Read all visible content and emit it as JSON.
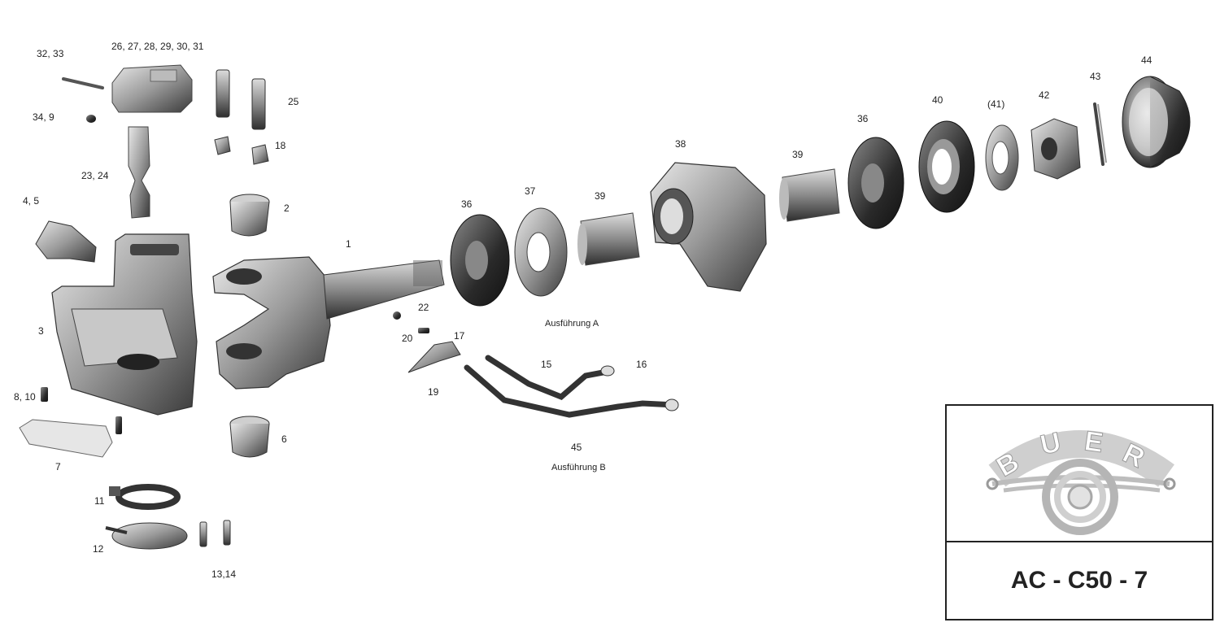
{
  "labels": {
    "l1": "1",
    "l2": "2",
    "l3": "3",
    "l4_5": "4, 5",
    "l6": "6",
    "l7": "7",
    "l8_10": "8, 10",
    "l11": "11",
    "l12": "12",
    "l13_14": "13,14",
    "l15": "15",
    "l16": "16",
    "l17": "17",
    "l18": "18",
    "l19": "19",
    "l20": "20",
    "l22": "22",
    "l23_24": "23, 24",
    "l25": "25",
    "l26_31": "26, 27, 28, 29, 30, 31",
    "l32_33": "32, 33",
    "l34_9": "34, 9",
    "l36a": "36",
    "l36b": "36",
    "l37": "37",
    "l38": "38",
    "l39a": "39",
    "l39b": "39",
    "l40": "40",
    "l41": "(41)",
    "l42": "42",
    "l43": "43",
    "l44": "44",
    "l45": "45"
  },
  "variants": {
    "a": "Ausführung A",
    "b": "Ausführung B"
  },
  "title_block": {
    "logo_text": "BUER",
    "code": "AC - C50 - 7"
  }
}
